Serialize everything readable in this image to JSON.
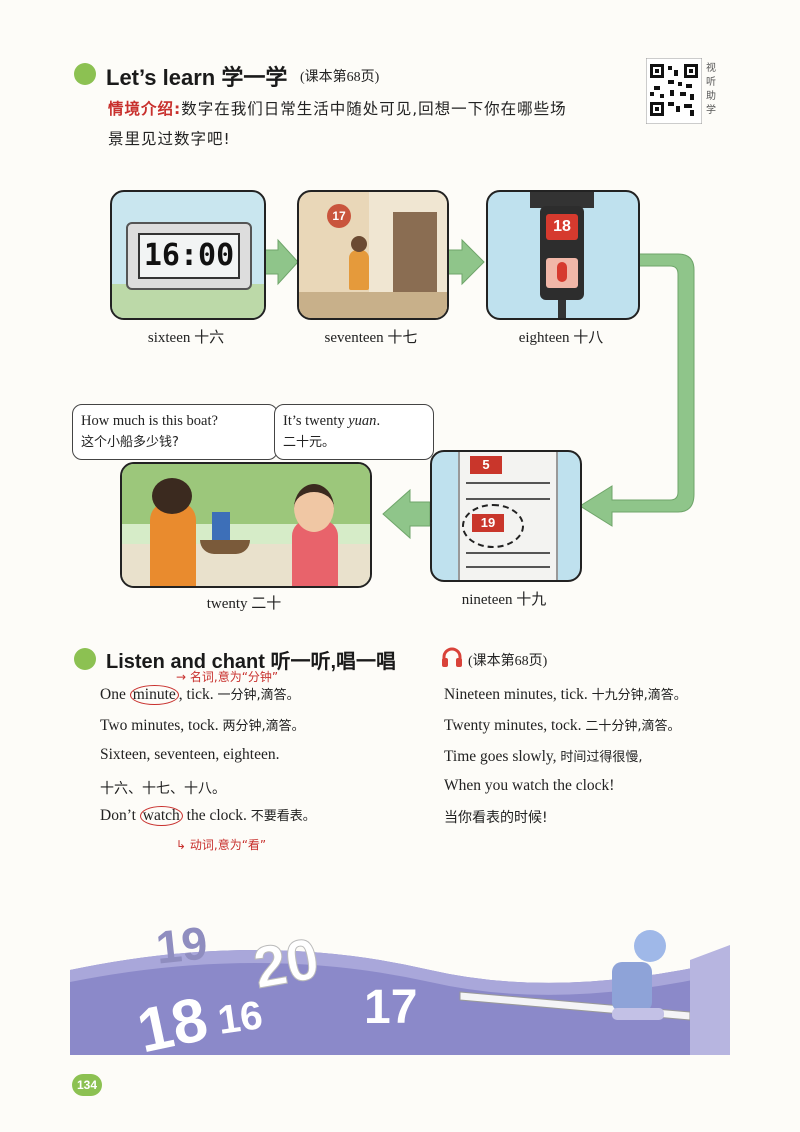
{
  "learn": {
    "title": "Let’s learn 学一学",
    "ref": "(课本第68页)",
    "intro_label": "情境介绍:",
    "intro_line1": "数字在我们日常生活中随处可见,回想一下你在哪些场",
    "intro_line2": "景里见过数字吧!",
    "qr_side": "视听助学"
  },
  "scenes": {
    "clock_display": "16:00",
    "door_number": "17",
    "light_number": "18",
    "sign_number_top": "5",
    "sign_number_main": "19",
    "cap_sixteen": "sixteen 十六",
    "cap_seventeen": "seventeen 十七",
    "cap_eighteen": "eighteen 十八",
    "cap_nineteen": "nineteen 十九",
    "cap_twenty": "twenty 二十"
  },
  "dialog": {
    "q_en": "How much is this boat?",
    "q_zh": "这个小船多少钱?",
    "a_en_pre": "It’s twenty ",
    "a_en_em": "yuan",
    "a_en_post": ".",
    "a_zh": "二十元。"
  },
  "chant": {
    "title": "Listen and chant 听一听,唱一唱",
    "ref": "(课本第68页)",
    "note_minute": "名词,意为“分钟”",
    "note_watch": "动词,意为“看”",
    "l1_pre": "One ",
    "l1_word": "minute",
    "l1_en": ", tick. ",
    "l1_zh": "一分钟,滴答。",
    "l2_en": "Two minutes, tock. ",
    "l2_zh": "两分钟,滴答。",
    "l3_en": "Sixteen, seventeen, eighteen.",
    "l4_zh": "十六、十七、十八。",
    "l5_pre": "Don’t ",
    "l5_word": "watch",
    "l5_en": " the clock. ",
    "l5_zh": "不要看表。",
    "r1_en": "Nineteen minutes, tick. ",
    "r1_zh": "十九分钟,滴答。",
    "r2_en": "Twenty minutes, tock. ",
    "r2_zh": "二十分钟,滴答。",
    "r3_en": "Time goes slowly, ",
    "r3_zh": "时间过得很慢,",
    "r4_en": "When you watch the clock!",
    "r5_zh": "当你看表的时候!"
  },
  "footer": {
    "n19": "19",
    "n20": "20",
    "n18": "18",
    "n16": "16",
    "n17": "17",
    "page_number": "134"
  },
  "colors": {
    "accent_green": "#8cc152",
    "annotation_red": "#c8302d",
    "arrow_green": "#8fc58a",
    "footer_purple": "#8b89c9"
  }
}
